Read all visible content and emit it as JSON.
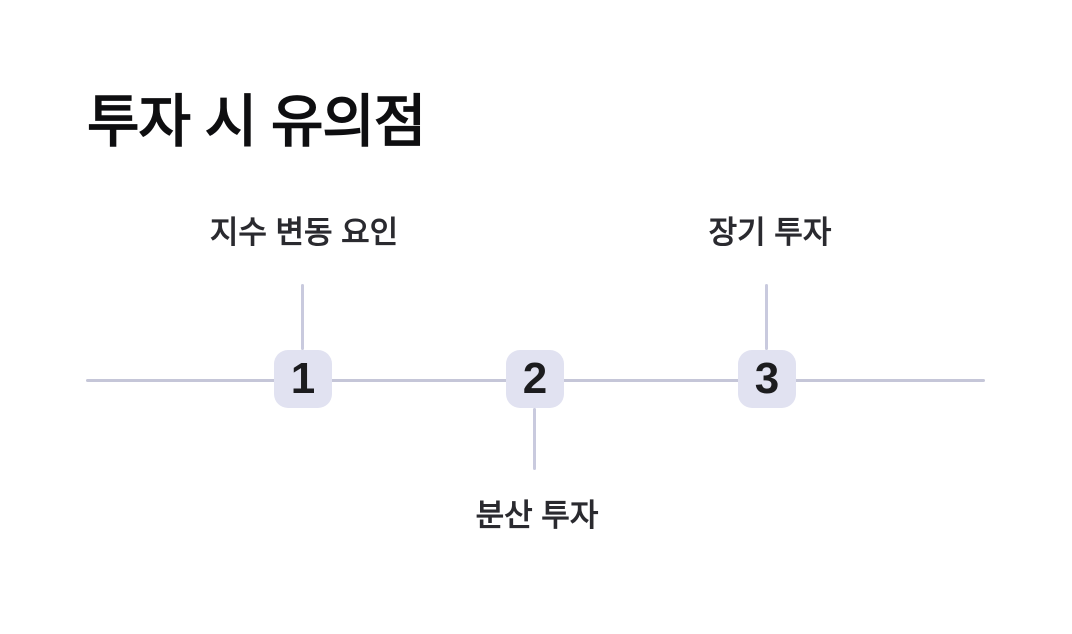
{
  "page": {
    "title": "투자 시 유의점",
    "background_color": "#ffffff"
  },
  "timeline": {
    "axis_color": "#c5c6d8",
    "connector_color": "#c9cade",
    "node_background_color": "#e1e2f1",
    "node_number_color": "#1c1c1f",
    "label_color": "#2a2a2f",
    "items": [
      {
        "number": "1",
        "label": "지수 변동 요인",
        "label_position": "above"
      },
      {
        "number": "2",
        "label": "분산 투자",
        "label_position": "below"
      },
      {
        "number": "3",
        "label": "장기 투자",
        "label_position": "above"
      }
    ]
  }
}
